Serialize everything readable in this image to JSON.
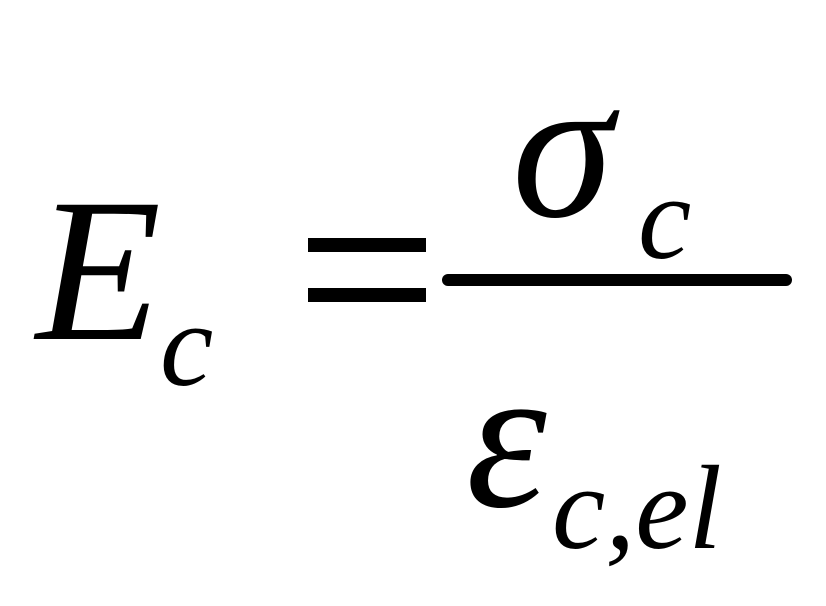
{
  "equation": {
    "lhs": {
      "symbol": "E",
      "subscript": "c"
    },
    "relation": "=",
    "numerator": {
      "symbol": "σ",
      "subscript": "c"
    },
    "denominator": {
      "symbol": "ε",
      "subscript": "c,el"
    }
  }
}
